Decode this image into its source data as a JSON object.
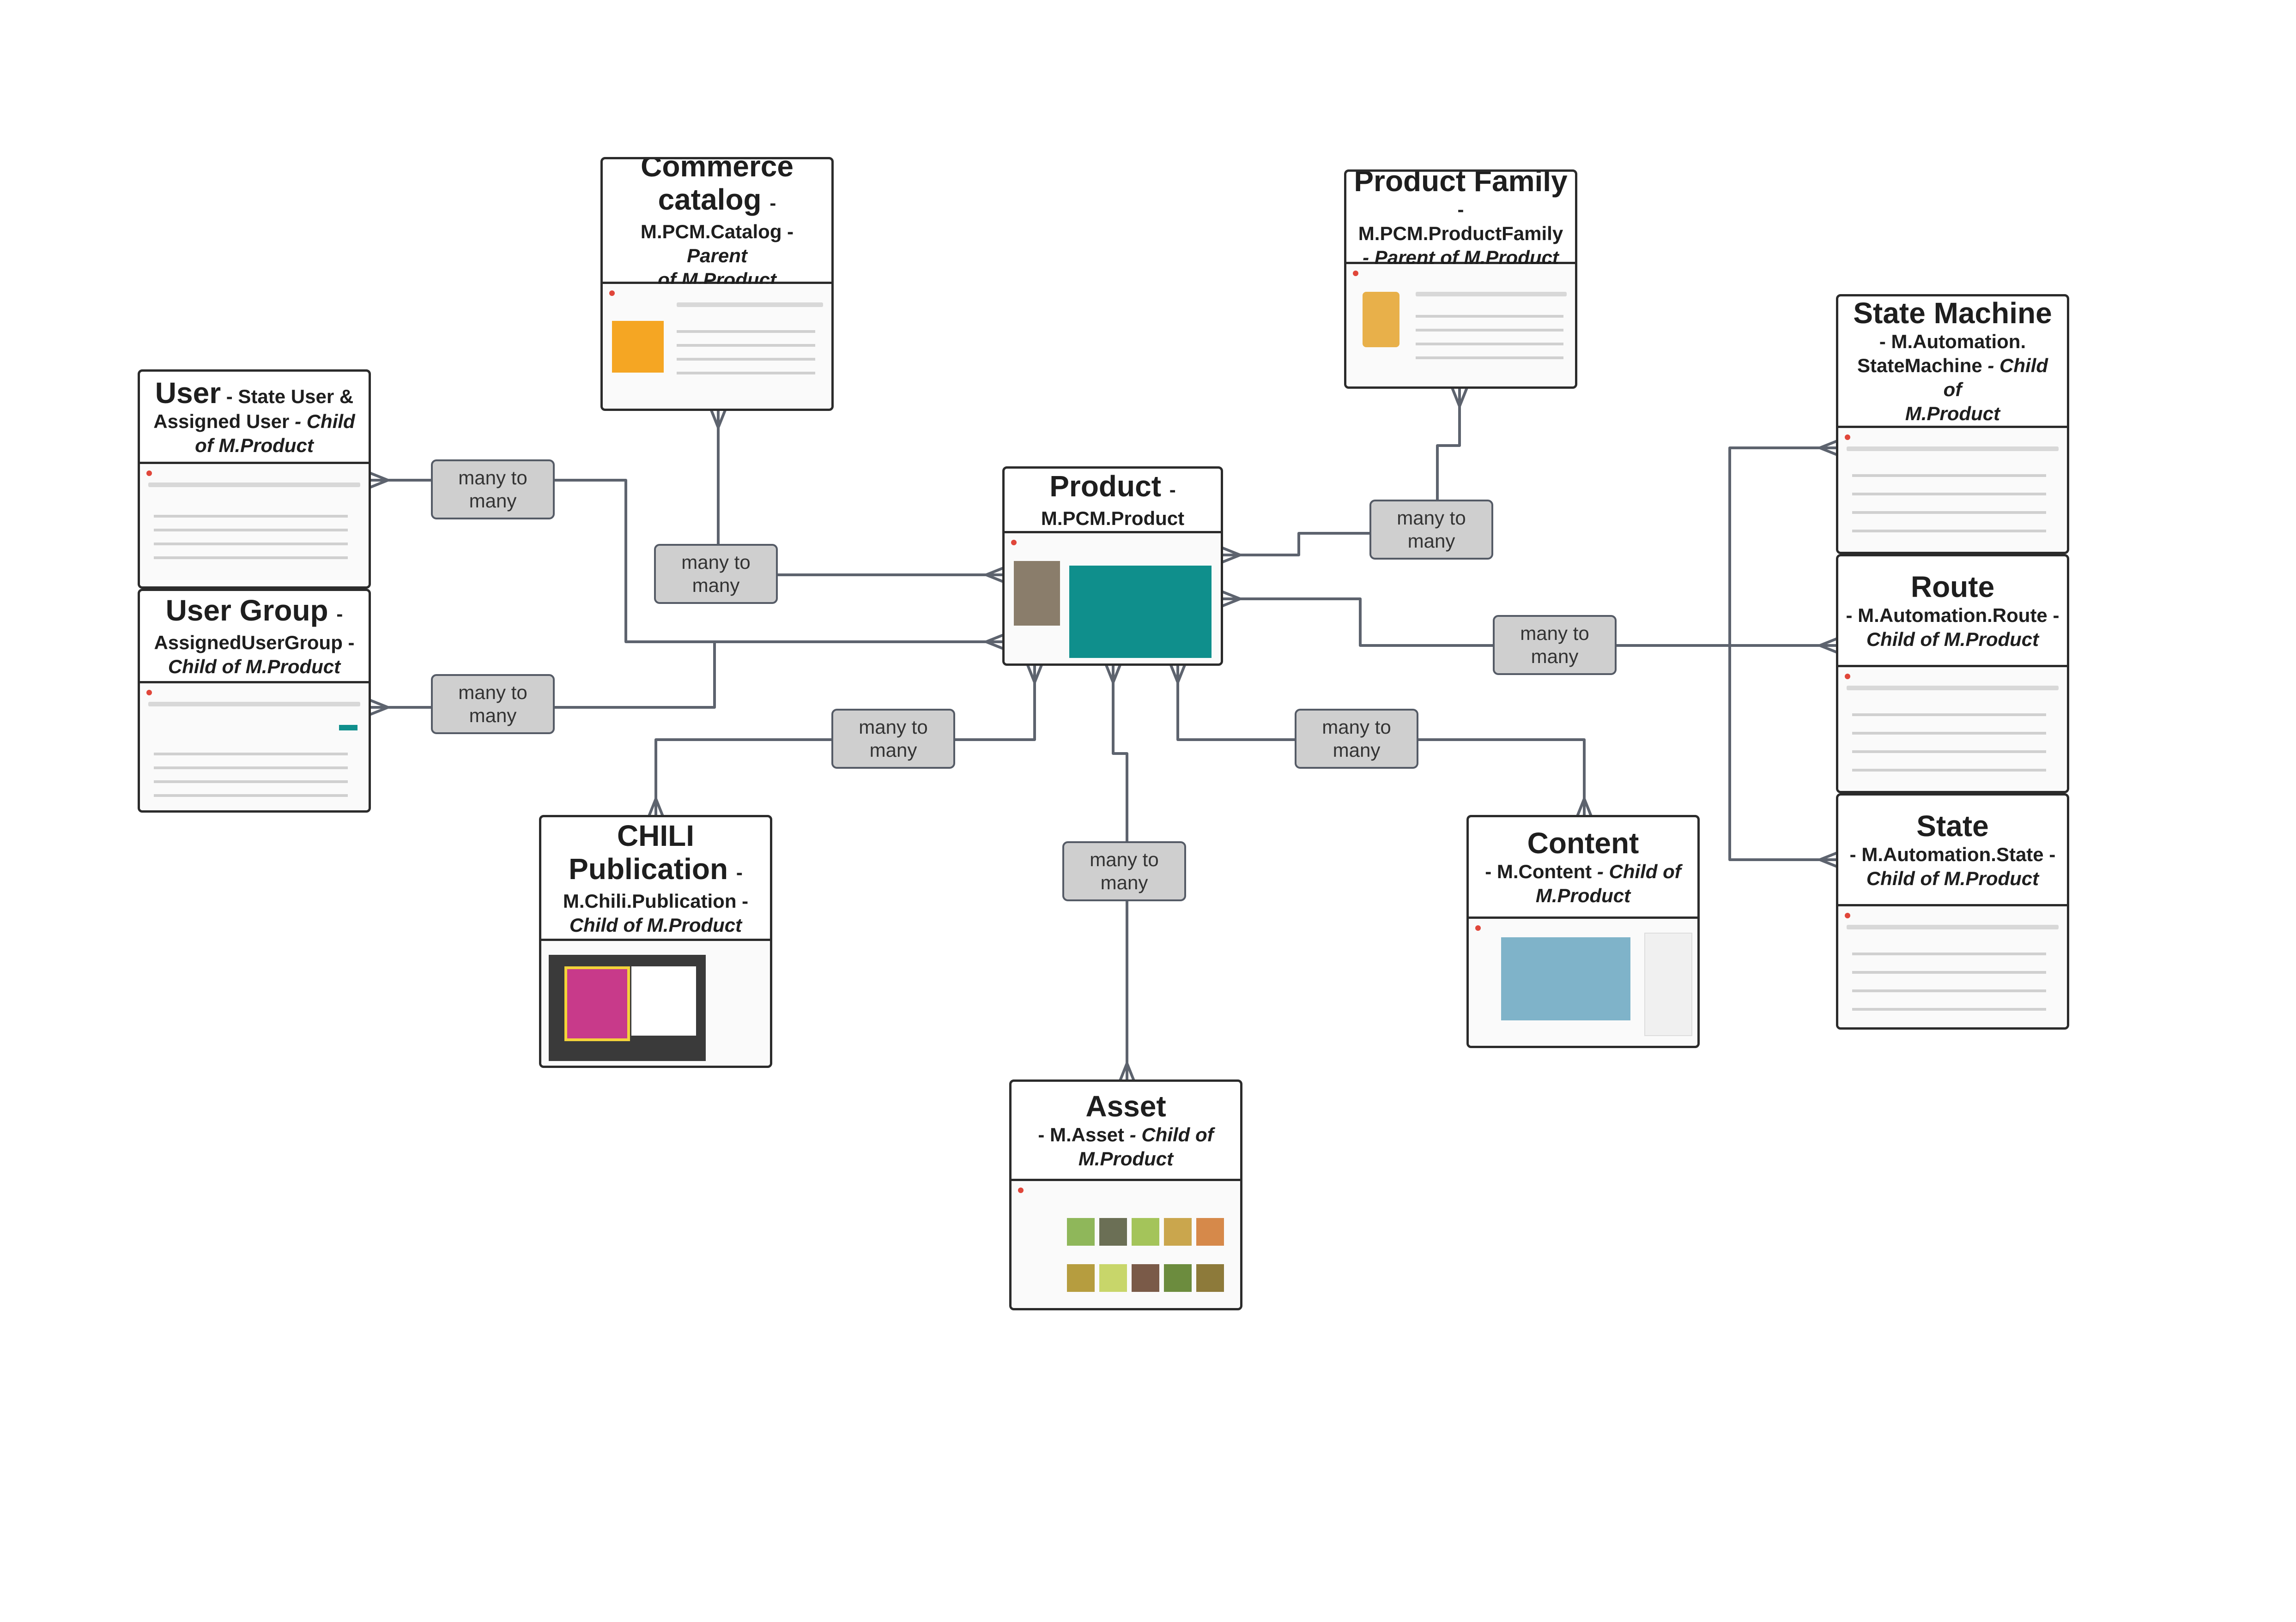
{
  "entities": {
    "commerce_catalog": {
      "title": "Commerce catalog",
      "dash": "-",
      "line1": "M.PCM.Catalog",
      "line1_sep": "-",
      "role": "Parent",
      "of": "of M.Product"
    },
    "product_family": {
      "title": "Product Family",
      "line1": "- M.PCM.ProductFamily",
      "line2": "- Parent of M.Product"
    },
    "user": {
      "title": "User",
      "line1a": "- State User &",
      "line2a": "Assigned User",
      "line2b": "- Child",
      "line3": "of M.Product"
    },
    "user_group": {
      "title": "User Group",
      "dash": "-",
      "line1": "AssignedUserGroup -",
      "line2": "Child of M.Product"
    },
    "product": {
      "title": "Product",
      "dash": "-",
      "line1": "M.PCM.Product"
    },
    "state_machine": {
      "title": "State Machine",
      "line1": "- M.Automation.",
      "line2a": "StateMachine",
      "line2b": "- Child of",
      "line3": "M.Product"
    },
    "route": {
      "title": "Route",
      "line1": "- M.Automation.Route -",
      "line2": "Child of M.Product"
    },
    "state": {
      "title": "State",
      "line1": "- M.Automation.State -",
      "line2": "Child of M.Product"
    },
    "chili_publication": {
      "title1": "CHILI",
      "title2": "Publication",
      "dash": "-",
      "line1": "M.Chili.Publication -",
      "line2": "Child of M.Product"
    },
    "content": {
      "title": "Content",
      "line1a": "- M.Content",
      "line1b": "- Child of",
      "line2": "M.Product"
    },
    "asset": {
      "title": "Asset",
      "line1a": "- M.Asset",
      "line1b": "- Child of",
      "line2": "M.Product"
    }
  },
  "relations": {
    "user_product": {
      "line1": "many to",
      "line2": "many"
    },
    "catalog_product": {
      "line1": "many to",
      "line2": "many"
    },
    "family_product": {
      "line1": "many to",
      "line2": "many"
    },
    "usergroup_product": {
      "line1": "many to",
      "line2": "many"
    },
    "automation_product": {
      "line1": "many to",
      "line2": "many"
    },
    "chili_product": {
      "line1": "many to",
      "line2": "many"
    },
    "content_product": {
      "line1": "many to",
      "line2": "many"
    },
    "asset_product": {
      "line1": "many to",
      "line2": "many"
    }
  },
  "colors": {
    "line": "#5d636e",
    "box_border": "#2b2b2b",
    "relation_fill": "#cfcfcf",
    "accent_teal": "#0f8f8c"
  }
}
